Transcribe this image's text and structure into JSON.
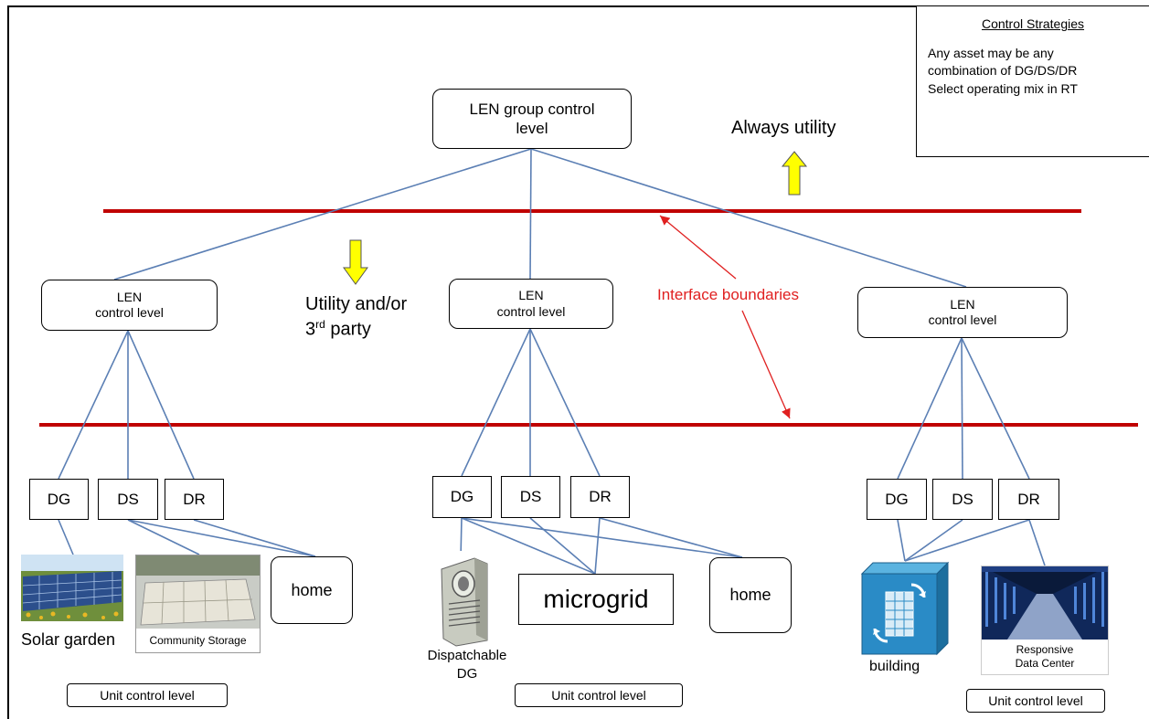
{
  "legend": {
    "title": "Control Strategies",
    "lines": [
      "Any asset may be any",
      "combination of DG/DS/DR",
      "Select operating mix in RT"
    ]
  },
  "top": {
    "line1": "LEN group control",
    "line2": "level"
  },
  "labels": {
    "always_utility": "Always utility",
    "utility_third_1": "Utility and/or",
    "utility_third_2a": "3",
    "utility_third_2sup": "rd",
    "utility_third_2b": " party",
    "interface": "Interface boundaries"
  },
  "len_boxes": [
    {
      "line1": "LEN",
      "line2": "control level"
    },
    {
      "line1": "LEN",
      "line2": "control level"
    },
    {
      "line1": "LEN",
      "line2": "control level"
    }
  ],
  "resources": [
    "DG",
    "DS",
    "DR"
  ],
  "assets": {
    "solar_garden": "Solar garden",
    "community_storage": "Community Storage",
    "home": "home",
    "dispatchable_1": "Dispatchable",
    "dispatchable_2": "DG",
    "microgrid": "microgrid",
    "building": "building",
    "data_center_1": "Responsive",
    "data_center_2": "Data Center"
  },
  "unit_control_label": "Unit control level",
  "colors": {
    "wire": "#5b7fb4",
    "boundary": "#c00000",
    "interface_text": "#e02020",
    "arrow_fill": "#ffff00"
  }
}
